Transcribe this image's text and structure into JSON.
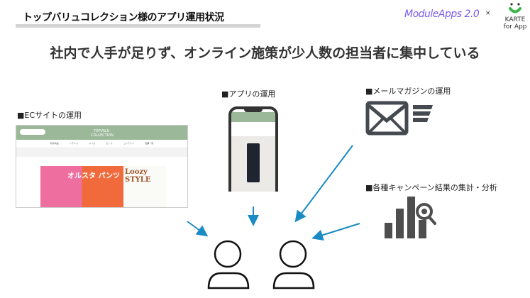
{
  "header": {
    "title": "トップバリュコレクション様のアプリ運用状況",
    "logo_moduleapps": "ModuleApps 2.0",
    "logo_separator": "×",
    "logo_karte_line1": "KARTE",
    "logo_karte_line2": "for App"
  },
  "headline": "社内で人手が足りず、オンライン施策が少人数の担当者に集中している",
  "sections": {
    "ec": {
      "label": "■ECサイトの運用",
      "brand": "TOPVALU COLLECTION",
      "nav": [
        "新作商品",
        "レディス",
        "メンズ",
        "セール",
        "コンテンツ",
        "店舗一覧"
      ],
      "hero_text": "オルスタ パンツ",
      "hero2_text": "Loozy STYLE"
    },
    "app": {
      "label": "■アプリの運用"
    },
    "mail": {
      "label": "■メールマガジンの運用"
    },
    "analysis": {
      "label": "■各種キャンペーン結果の集計・分析"
    }
  },
  "colors": {
    "arrow": "#1a8bc4",
    "icon": "#454a50",
    "site_header": "#9bb899",
    "accent_logo": "#7a5cf0"
  }
}
